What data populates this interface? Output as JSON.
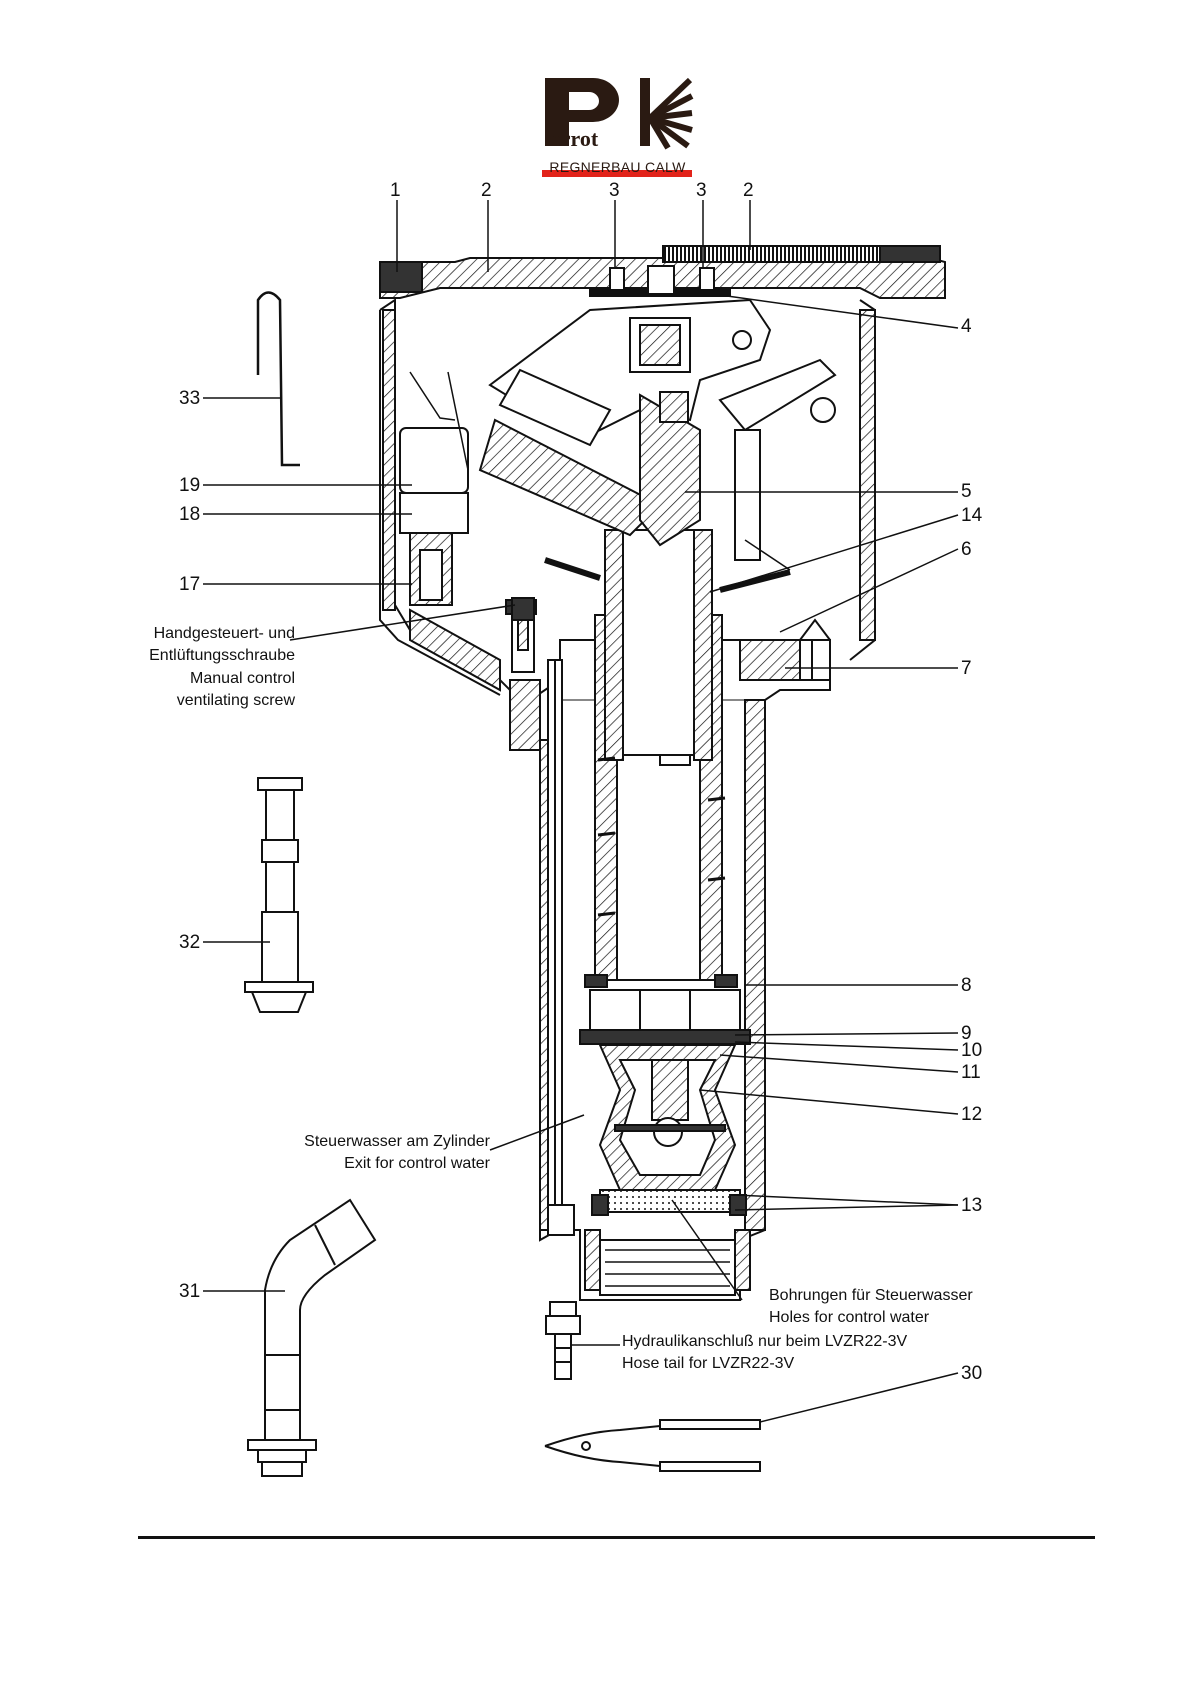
{
  "logo": {
    "brand": "Perrot",
    "subtitle": "REGNERBAU CALW",
    "colors": {
      "ink": "#2a1a12",
      "accent": "#e2231a"
    }
  },
  "callouts": {
    "top": [
      "1",
      "2",
      "3",
      "3",
      "2"
    ],
    "right": [
      "4",
      "5",
      "14",
      "6",
      "7",
      "8",
      "9",
      "10",
      "11",
      "12",
      "13",
      "30"
    ],
    "left": [
      "33",
      "19",
      "18",
      "17",
      "32",
      "31"
    ]
  },
  "notes": {
    "manual_screw": [
      "Handgesteuert- und",
      "Entlüftungsschraube",
      "Manual control",
      "ventilating screw"
    ],
    "control_water_exit": [
      "Steuerwasser am Zylinder",
      "Exit for control water"
    ],
    "control_holes": [
      "Bohrungen für Steuerwasser",
      "Holes for control water"
    ],
    "hose_tail": [
      "Hydraulikanschluß nur beim LVZR22-3V",
      "Hose tail for LVZR22-3V"
    ]
  }
}
